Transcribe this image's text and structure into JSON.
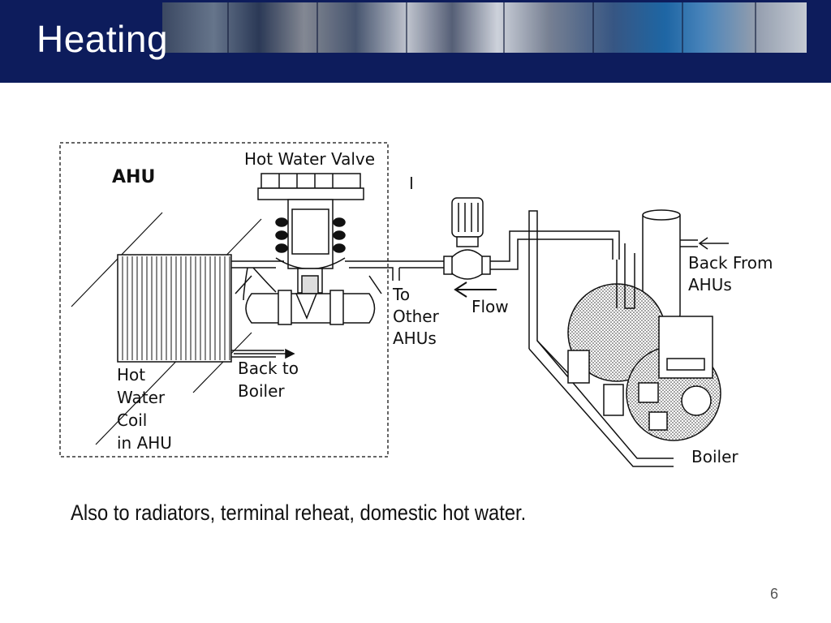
{
  "header": {
    "title": "Heating"
  },
  "diagram": {
    "ahu_label": "AHU",
    "valve_label": "Hot Water Valve",
    "coil_label_lines": [
      "Hot",
      "Water",
      "Coil",
      "in AHU"
    ],
    "back_to_boiler_lines": [
      "Back to",
      "Boiler"
    ],
    "to_other_ahus_lines": [
      "To",
      "Other",
      "AHUs"
    ],
    "flow_label": "Flow",
    "back_from_ahus_lines": [
      "Back From",
      "AHUs"
    ],
    "boiler_label": "Boiler",
    "pipe_marker": "I"
  },
  "caption": "Also to radiators, terminal reheat, domestic hot water.",
  "page_number": "6"
}
